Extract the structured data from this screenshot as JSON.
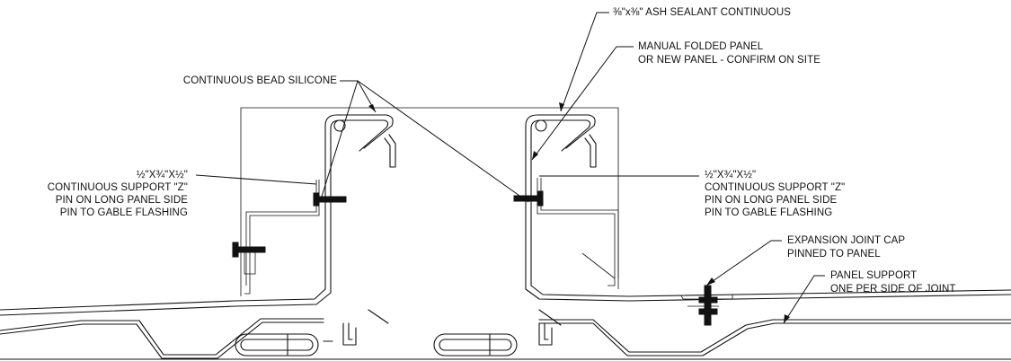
{
  "labels": {
    "sealant": "⅜\"x⅜\" ASH SEALANT CONTINUOUS",
    "folded_panel_1": "MANUAL FOLDED PANEL",
    "folded_panel_2": "OR NEW PANEL - CONFIRM ON SITE",
    "bead_silicone": "CONTINUOUS BEAD SILICONE",
    "z_left_1": "½\"X¾\"X½\"",
    "z_left_2": "CONTINUOUS SUPPORT \"Z\"",
    "z_left_3": "PIN ON LONG PANEL SIDE",
    "z_left_4": "PIN TO GABLE FLASHING",
    "z_right_1": "½\"X¾\"X½\"",
    "z_right_2": "CONTINUOUS SUPPORT \"Z\"",
    "z_right_3": "PIN ON LONG PANEL SIDE",
    "z_right_4": "PIN TO GABLE FLASHING",
    "cap_1": "EXPANSION JOINT CAP",
    "cap_2": "PINNED TO PANEL",
    "support_1": "PANEL SUPPORT",
    "support_2": "ONE PER SIDE OF JOINT"
  }
}
